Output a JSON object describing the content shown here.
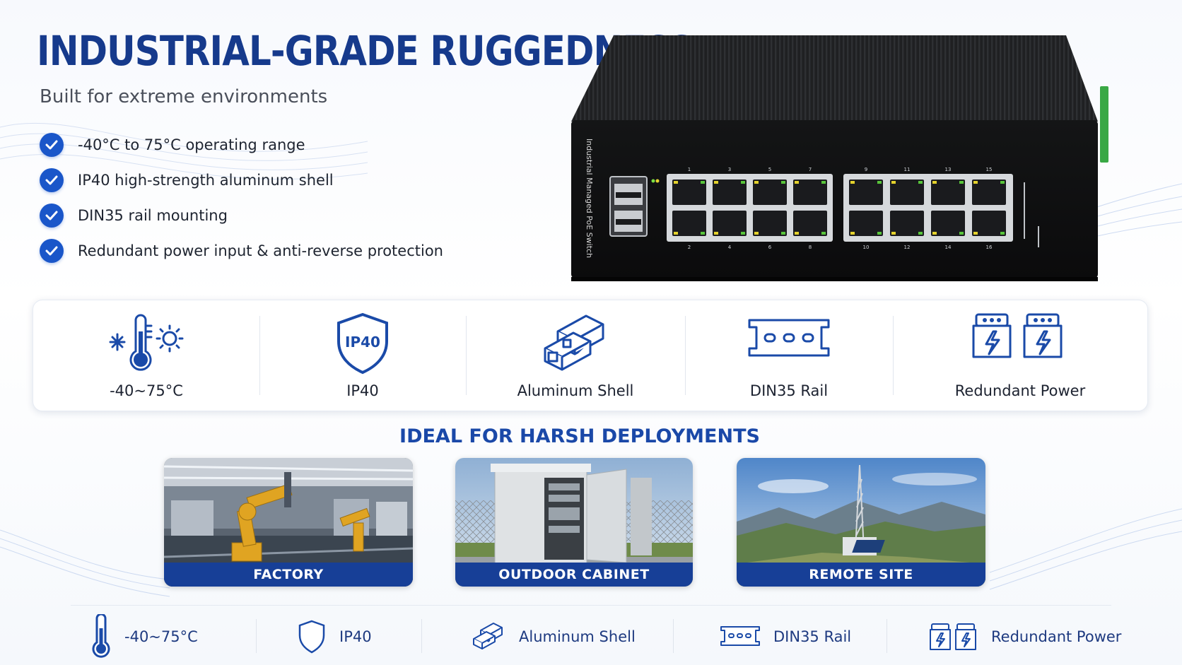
{
  "header": {
    "title": "INDUSTRIAL-GRADE RUGGEDNESS",
    "subtitle": "Built for extreme environments"
  },
  "features": [
    "-40°C to 75°C operating range",
    "IP40 high-strength aluminum shell",
    "DIN35 rail mounting",
    "Redundant power input & anti-reverse protection"
  ],
  "device": {
    "side_label": "Industrial Managed PoE Switch",
    "port_numbers_top": [
      "1",
      "3",
      "5",
      "7",
      "9",
      "11",
      "13",
      "15"
    ],
    "port_numbers_bottom": [
      "2",
      "4",
      "6",
      "8",
      "10",
      "12",
      "14",
      "16"
    ]
  },
  "highlights": [
    {
      "label": "-40~75°C",
      "icon": "thermometer-icon"
    },
    {
      "label": "IP40",
      "icon": "shield-icon",
      "badge": "IP40"
    },
    {
      "label": "Aluminum Shell",
      "icon": "aluminum-profile-icon"
    },
    {
      "label": "DIN35 Rail",
      "icon": "din-rail-icon"
    },
    {
      "label": "Redundant Power",
      "icon": "power-supply-icon"
    }
  ],
  "deploy": {
    "title": "IDEAL FOR HARSH DEPLOYMENTS",
    "scenes": [
      {
        "caption": "FACTORY"
      },
      {
        "caption": "OUTDOOR CABINET"
      },
      {
        "caption": "REMOTE SITE"
      }
    ]
  },
  "bottom": [
    {
      "label": "-40~75°C",
      "icon": "thermometer-icon"
    },
    {
      "label": "IP40",
      "icon": "shield-icon"
    },
    {
      "label": "Aluminum Shell",
      "icon": "aluminum-profile-icon"
    },
    {
      "label": "DIN35 Rail",
      "icon": "din-rail-icon"
    },
    {
      "label": "Redundant Power",
      "icon": "power-supply-icon"
    }
  ],
  "colors": {
    "primary": "#163a8c",
    "accent": "#1a56c9",
    "caption_bar": "#173f97"
  }
}
